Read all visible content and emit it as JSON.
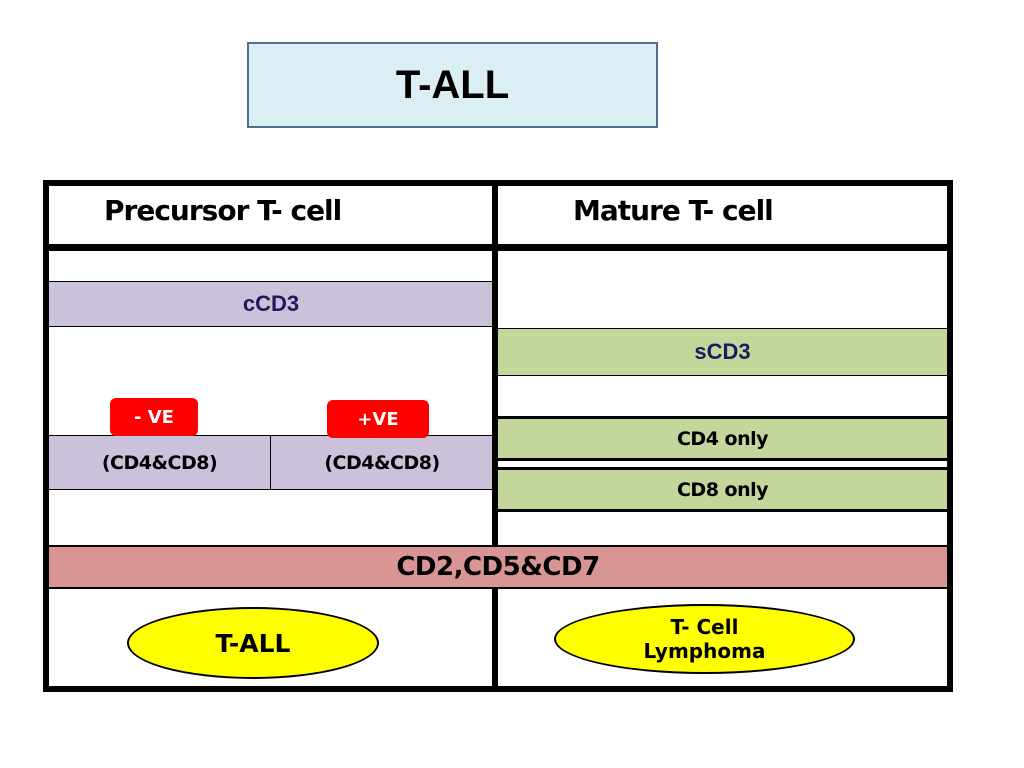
{
  "title": "T-ALL",
  "columns": {
    "left_header": "Precursor T- cell",
    "right_header": "Mature T- cell"
  },
  "markers": {
    "ccd3": "cCD3",
    "scd3": "sCD3",
    "cd4_cd8_negative": "(CD4&CD8)",
    "cd4_cd8_positive": "(CD4&CD8)",
    "negative_badge": "- VE",
    "positive_badge": "+VE",
    "cd4_only": "CD4 only",
    "cd8_only": "CD8 only",
    "shared": "CD2,CD5&CD7"
  },
  "outcomes": {
    "left": "T-ALL",
    "right_line1": "T- Cell",
    "right_line2": "Lymphoma"
  },
  "colors": {
    "title_bg": "#dbeef4",
    "precursor_band": "#ccc1da",
    "mature_band": "#c3d69b",
    "shared_band": "#d99594",
    "badge": "#ff0000",
    "outcome": "#ffff00"
  }
}
